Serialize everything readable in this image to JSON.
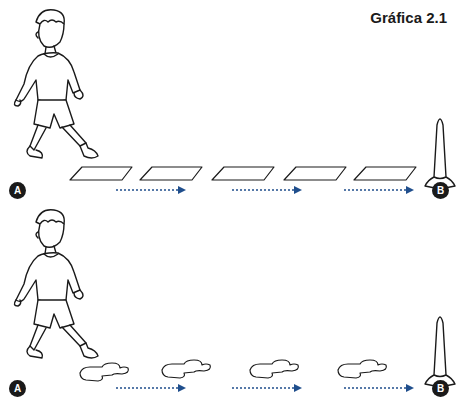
{
  "diagram": {
    "title": "Gráfica 2.1",
    "nodes": [
      {
        "text": [
          "A"
        ]
      },
      {
        "text": [
          "B"
        ]
      },
      {
        "text": [
          "A"
        ]
      },
      {
        "text": [
          "B"
        ]
      }
    ]
  }
}
